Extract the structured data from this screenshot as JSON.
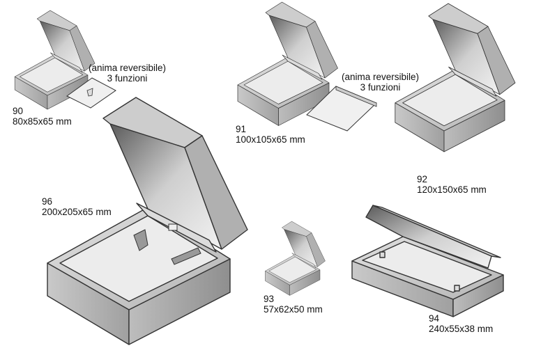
{
  "colors": {
    "outline": "#333333",
    "face_light": "#d8d8d8",
    "face_dark": "#a9a9a9",
    "interior": "#efefef"
  },
  "products": [
    {
      "code": "90",
      "size": "80x85x65 mm",
      "note_line1": "(anima reversibile)",
      "note_line2": "3 funzioni"
    },
    {
      "code": "91",
      "size": "100x105x65 mm",
      "note_line1": "(anima reversibile)",
      "note_line2": "3 funzioni"
    },
    {
      "code": "92",
      "size": "120x150x65 mm"
    },
    {
      "code": "93",
      "size": "57x62x50 mm"
    },
    {
      "code": "94",
      "size": "240x55x38 mm"
    },
    {
      "code": "96",
      "size": "200x205x65 mm"
    }
  ]
}
